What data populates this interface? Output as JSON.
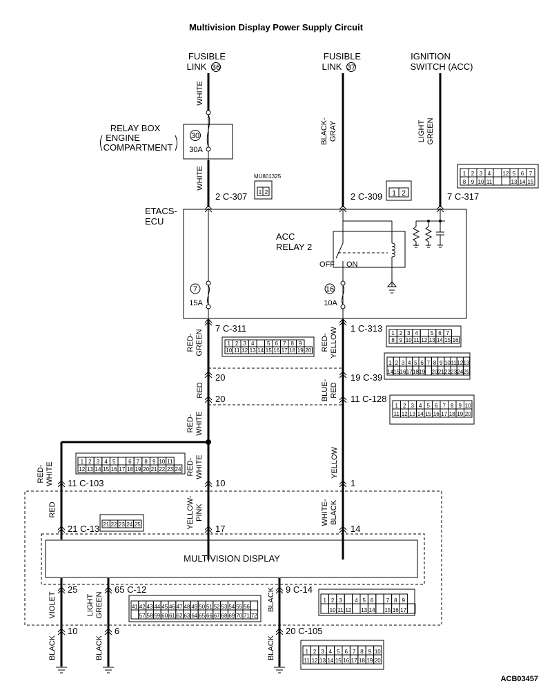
{
  "title": "Multivision Display Power Supply Circuit",
  "figure_id": "ACB03457",
  "sources": [
    {
      "line1": "FUSIBLE",
      "line2": "LINK",
      "circle": "36"
    },
    {
      "line1": "FUSIBLE",
      "line2": "LINK",
      "circle": "37"
    },
    {
      "line1": "IGNITION",
      "line2": "SWITCH (ACC)"
    }
  ],
  "relay_box": {
    "line1": "RELAY BOX",
    "line2": "ENGINE",
    "line3": "COMPARTMENT",
    "fuse_no": "30",
    "fuse_rating": "30A"
  },
  "etacs": {
    "line1": "ETACS-",
    "line2": "ECU",
    "relay_line1": "ACC",
    "relay_line2": "RELAY 2",
    "off": "OFF",
    "on": "ON",
    "fuse_a_no": "7",
    "fuse_a_rating": "15A",
    "fuse_b_no": "16",
    "fuse_b_rating": "10A"
  },
  "part_number": "MU801325",
  "display": {
    "label": "MULTIVISION DISPLAY"
  },
  "wire_colors": {
    "white_top": "WHITE",
    "white_mid": "WHITE",
    "black_gray_1": "BLACK-",
    "black_gray_2": "GRAY",
    "light_green_1": "LIGHT",
    "light_green_2": "GREEN",
    "red_green_1": "RED-",
    "red_green_2": "GREEN",
    "red_yellow_1": "RED-",
    "red_yellow_2": "YELLOW",
    "red_a": "RED",
    "blue_red_1": "BLUE-",
    "blue_red_2": "RED",
    "red_white_a1": "RED-",
    "red_white_a2": "WHITE",
    "red_white_b1": "RED-",
    "red_white_b2": "WHITE",
    "yellow": "YELLOW",
    "red_white_c1": "RED-",
    "red_white_c2": "WHITE",
    "red_b": "RED",
    "yellow_pink_1": "YELLOW-",
    "yellow_pink_2": "PINK",
    "white_black_1": "WHITE-",
    "white_black_2": "BLACK",
    "violet": "VIOLET",
    "light_green_b1": "LIGHT",
    "light_green_b2": "GREEN",
    "black_a": "BLACK",
    "black_b": "BLACK",
    "black_c": "BLACK",
    "black_d": "BLACK"
  },
  "connector_labels": {
    "c307": "2  C-307",
    "c309": "2  C-309",
    "c317": "7  C-317",
    "c311": "7  C-311",
    "c313": "1  C-313",
    "p20a": "20",
    "c39": "19  C-39",
    "p20b": "20",
    "c128": "11  C-128",
    "c103": "11  C-103",
    "p10a": "10",
    "p1": "1",
    "c13": "21  C-13",
    "p17": "17",
    "p14": "14",
    "p25": "25",
    "c12": "65  C-12",
    "c14": "9  C-14",
    "p10b": "10",
    "p6": "6",
    "c105": "20  C-105"
  },
  "connector_pins": {
    "c317": [
      [
        "1",
        "2",
        "3",
        "4",
        "",
        "12",
        "5",
        "6",
        "7"
      ],
      [
        "8",
        "9",
        "10",
        "11",
        "",
        "",
        "13",
        "14",
        "15"
      ]
    ],
    "c311": [
      [
        "1",
        "2",
        "3",
        "4",
        "",
        "5",
        "6",
        "7",
        "8",
        "9"
      ],
      [
        "10",
        "11",
        "12",
        "13",
        "14",
        "15",
        "16",
        "17",
        "18",
        "19",
        "20"
      ]
    ],
    "c313": [
      [
        "1",
        "2",
        "3",
        "4",
        "",
        "5",
        "6",
        "7"
      ],
      [
        "8",
        "9",
        "10",
        "11",
        "12",
        "13",
        "14",
        "15",
        "16"
      ]
    ],
    "c39": [
      [
        "1",
        "2",
        "3",
        "4",
        "5",
        "6",
        "7",
        "8",
        "9",
        "10",
        "11",
        "12",
        "13"
      ],
      [
        "14",
        "15",
        "16",
        "17",
        "18",
        "19",
        "",
        "20",
        "21",
        "22",
        "23",
        "24",
        "25"
      ]
    ],
    "c128": [
      [
        "1",
        "2",
        "3",
        "4",
        "5",
        "6",
        "7",
        "8",
        "9",
        "10"
      ],
      [
        "11",
        "12",
        "13",
        "14",
        "15",
        "16",
        "17",
        "18",
        "19",
        "20"
      ]
    ],
    "c103": [
      [
        "1",
        "2",
        "3",
        "4",
        "5",
        "",
        "6",
        "7",
        "8",
        "9",
        "10",
        "11"
      ],
      [
        "12",
        "13",
        "14",
        "15",
        "16",
        "17",
        "18",
        "19",
        "20",
        "21",
        "22",
        "23",
        "24"
      ]
    ],
    "c13": [
      [
        "21",
        "22",
        "23",
        "24",
        "25"
      ]
    ],
    "c12": [
      [
        "41",
        "42",
        "43",
        "44",
        "45",
        "46",
        "47",
        "48",
        "49",
        "50",
        "51",
        "52",
        "53",
        "54",
        "55",
        "56",
        ""
      ],
      [
        "",
        "57",
        "58",
        "59",
        "60",
        "61",
        "62",
        "63",
        "64",
        "65",
        "66",
        "67",
        "68",
        "69",
        "70",
        "71",
        "72"
      ]
    ],
    "c14": [
      [
        "1",
        "2",
        "3",
        "",
        "4",
        "5",
        "6",
        "",
        "7",
        "8",
        "9"
      ],
      [
        "",
        "10",
        "11",
        "12",
        "",
        "13",
        "14",
        "",
        "15",
        "16",
        "17",
        ""
      ]
    ],
    "c105": [
      [
        "1",
        "2",
        "3",
        "4",
        "5",
        "6",
        "7",
        "8",
        "9",
        "10"
      ],
      [
        "11",
        "12",
        "13",
        "14",
        "15",
        "16",
        "17",
        "18",
        "19",
        "20"
      ]
    ],
    "c307": [
      [
        "1",
        "2"
      ]
    ],
    "c309": [
      [
        "1",
        "2"
      ]
    ]
  }
}
